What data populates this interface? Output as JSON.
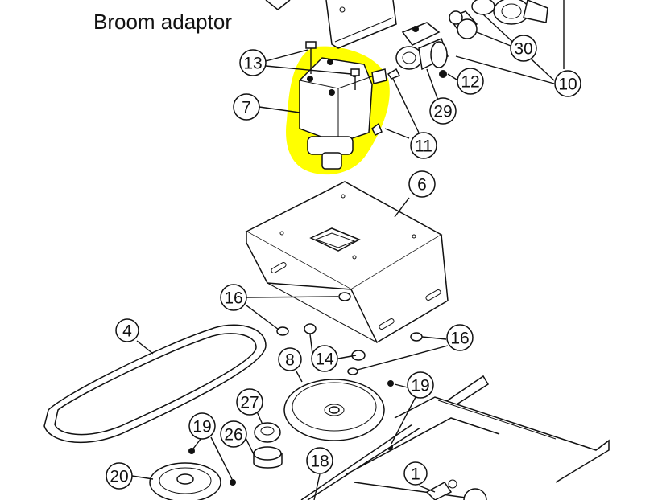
{
  "title": "Broom adaptor",
  "highlight_color": "#ffff00",
  "callouts": [
    "13",
    "7",
    "11",
    "29",
    "30",
    "12",
    "10",
    "6",
    "16",
    "4",
    "14",
    "16",
    "8",
    "19",
    "27",
    "26",
    "19",
    "20",
    "18",
    "1"
  ]
}
